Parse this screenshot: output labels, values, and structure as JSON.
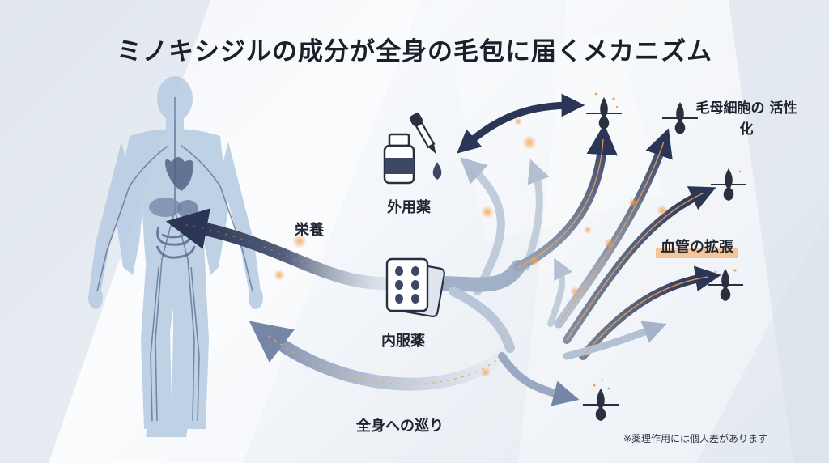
{
  "title": "ミノキシジルの成分が全身の毛包に届くメカニズム",
  "labels": {
    "topical": "外用薬",
    "oral": "内服薬",
    "nutrition": "栄養",
    "circulation": "全身への巡り",
    "activation": "毛母細胞の 活性化",
    "vasodilation": "血管の拡張",
    "note": "※薬理作用には個人差があります"
  },
  "icons": {
    "body": "human-body-circulation-icon",
    "bottle": "dropper-bottle-icon",
    "pills": "pill-blister-pack-icon",
    "follicle": "hair-follicle-icon"
  },
  "colors": {
    "arrow_dark": "#2b3656",
    "arrow_light": "#a9b8cd",
    "body_fill": "#b9cde3",
    "body_vessel": "#4a5f86",
    "glow": "#f2a65a",
    "highlight": "#f6b478",
    "title": "#1b1f2a"
  }
}
